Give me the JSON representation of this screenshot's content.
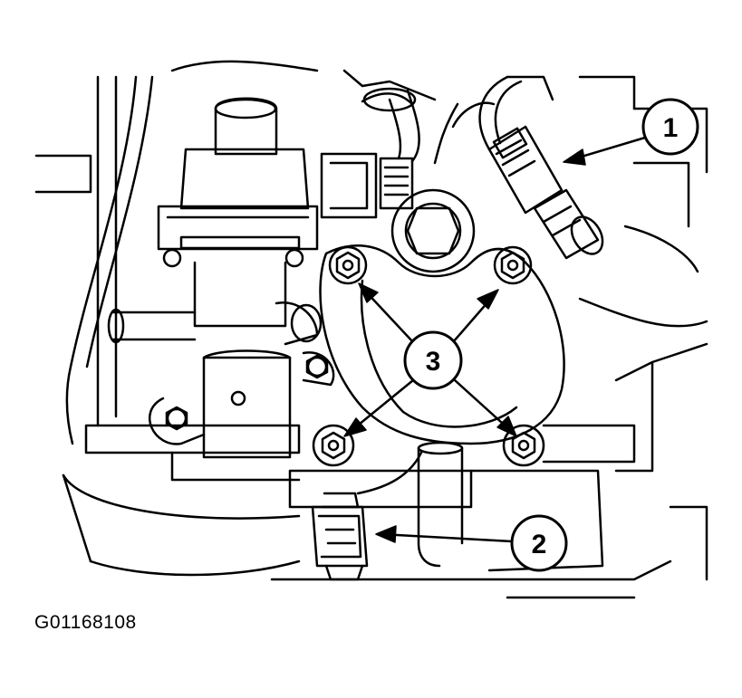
{
  "figure": {
    "id_text": "G01168108"
  },
  "callouts": [
    {
      "label": "1"
    },
    {
      "label": "2"
    },
    {
      "label": "3"
    }
  ],
  "colors": {
    "ink": "#000000",
    "paper": "#ffffff"
  }
}
